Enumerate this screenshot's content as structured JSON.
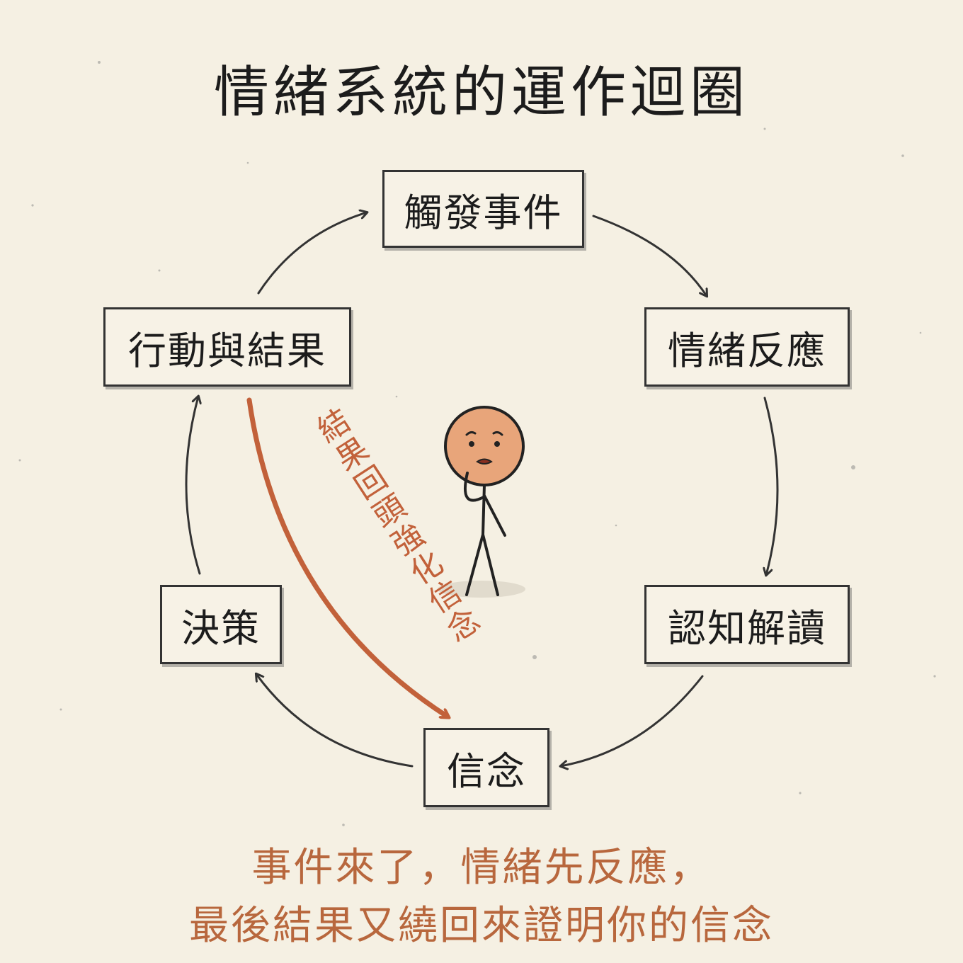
{
  "title": "情緒系統的運作迴圈",
  "cycle_steps": [
    "觸發事件",
    "情緒反應",
    "認知解讀",
    "信念",
    "決策",
    "行動與結果"
  ],
  "feedback_label": "結果回頭強化信念",
  "caption_lines": [
    "事件來了，情緒先反應，",
    "最後結果又繞回來證明你的信念"
  ],
  "colors": {
    "background": "#f5f0e3",
    "ink": "#333333",
    "accent": "#c2613a",
    "face": "#e8a57a"
  },
  "icons": {
    "center_figure": "worried-stick-figure-icon"
  }
}
